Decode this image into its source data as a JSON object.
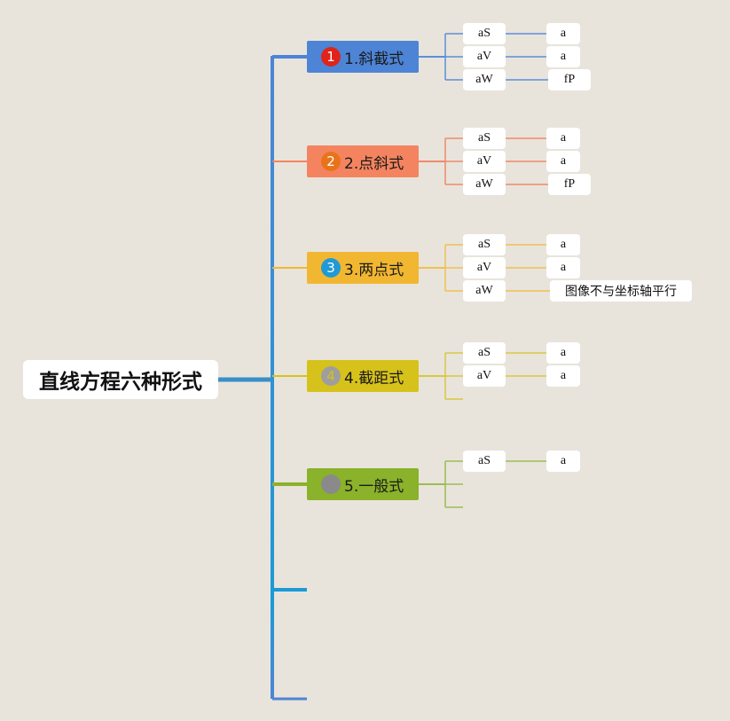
{
  "root": {
    "label": "直线方程六种形式"
  },
  "branches": [
    {
      "number": "1",
      "label": "1.斜截式",
      "color": "#4d84d6",
      "badge_color": "#e0241b",
      "badge_text_color": "#ffffff",
      "line_color": "#5b8fd8",
      "leaves": [
        {
          "key": "aS",
          "value": "a"
        },
        {
          "key": "aV",
          "value": "a"
        },
        {
          "key": "aW",
          "value": "fP"
        }
      ],
      "extra_stubs": 0
    },
    {
      "number": "2",
      "label": "2.点斜式",
      "color": "#f4845f",
      "badge_color": "#e8731a",
      "badge_text_color": "#ffffff",
      "line_color": "#ef8a6a",
      "leaves": [
        {
          "key": "aS",
          "value": "a"
        },
        {
          "key": "aV",
          "value": "a"
        },
        {
          "key": "aW",
          "value": "fP"
        }
      ],
      "extra_stubs": 0
    },
    {
      "number": "3",
      "label": "3.两点式",
      "color": "#f2b731",
      "badge_color": "#1f9ad6",
      "badge_text_color": "#ffffff",
      "line_color": "#f0c050",
      "leaves": [
        {
          "key": "aS",
          "value": "a"
        },
        {
          "key": "aV",
          "value": "a"
        },
        {
          "key": "aW",
          "value": "图像不与坐标轴平行"
        }
      ],
      "extra_stubs": 0
    },
    {
      "number": "4",
      "label": "4.截距式",
      "color": "#d6c21b",
      "badge_color": "#9e9e9e",
      "badge_text_color": "#d6c21b",
      "line_color": "#d8c840",
      "leaves": [
        {
          "key": "aS",
          "value": "a"
        },
        {
          "key": "aV",
          "value": "a"
        }
      ],
      "extra_stubs": 1
    },
    {
      "number": "5",
      "label": "5.一般式",
      "color": "#8ab22a",
      "badge_color": "#8a8a8a",
      "badge_text_color": "#8a8a8a",
      "line_color": "#9cbd52",
      "leaves": [
        {
          "key": "aS",
          "value": "a"
        }
      ],
      "extra_stubs": 2
    }
  ],
  "trunk_colors": {
    "top": "#4d84d6",
    "bottom": "#1b9ad6",
    "root_link": "#3a8fc8",
    "stub_6": "#1b9ad6",
    "stub_7": "#4d84d6"
  }
}
